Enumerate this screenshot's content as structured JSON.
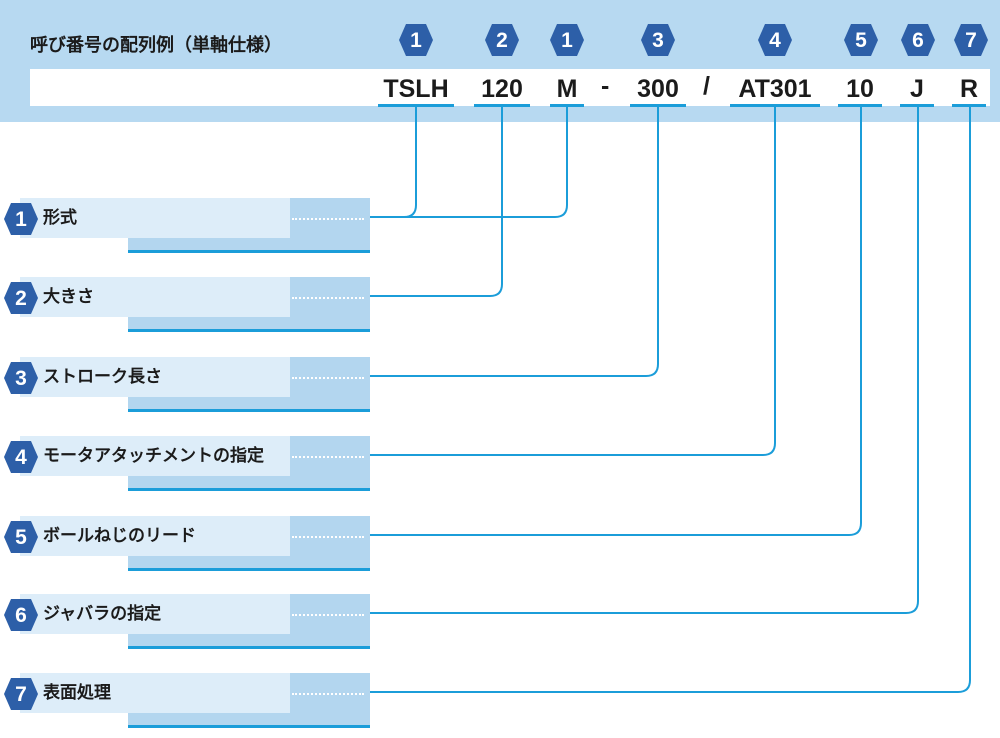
{
  "title": "呼び番号の配列例（単軸仕様）",
  "accent_color": "#1b9dd9",
  "badge_color": "#2d5fa8",
  "code_segments": [
    {
      "text": "TSLH",
      "badge": "1"
    },
    {
      "text": "120",
      "badge": "2"
    },
    {
      "text": "M",
      "badge": "1"
    },
    {
      "text": "300",
      "badge": "3"
    },
    {
      "text": "AT301",
      "badge": "4"
    },
    {
      "text": "10",
      "badge": "5"
    },
    {
      "text": "J",
      "badge": "6"
    },
    {
      "text": "R",
      "badge": "7"
    }
  ],
  "separators": [
    "-",
    "/"
  ],
  "rows": [
    {
      "number": "1",
      "label": "形式"
    },
    {
      "number": "2",
      "label": "大きさ"
    },
    {
      "number": "3",
      "label": "ストローク長さ"
    },
    {
      "number": "4",
      "label": "モータアタッチメントの指定"
    },
    {
      "number": "5",
      "label": "ボールねじのリード"
    },
    {
      "number": "6",
      "label": "ジャバラの指定"
    },
    {
      "number": "7",
      "label": "表面処理"
    }
  ]
}
